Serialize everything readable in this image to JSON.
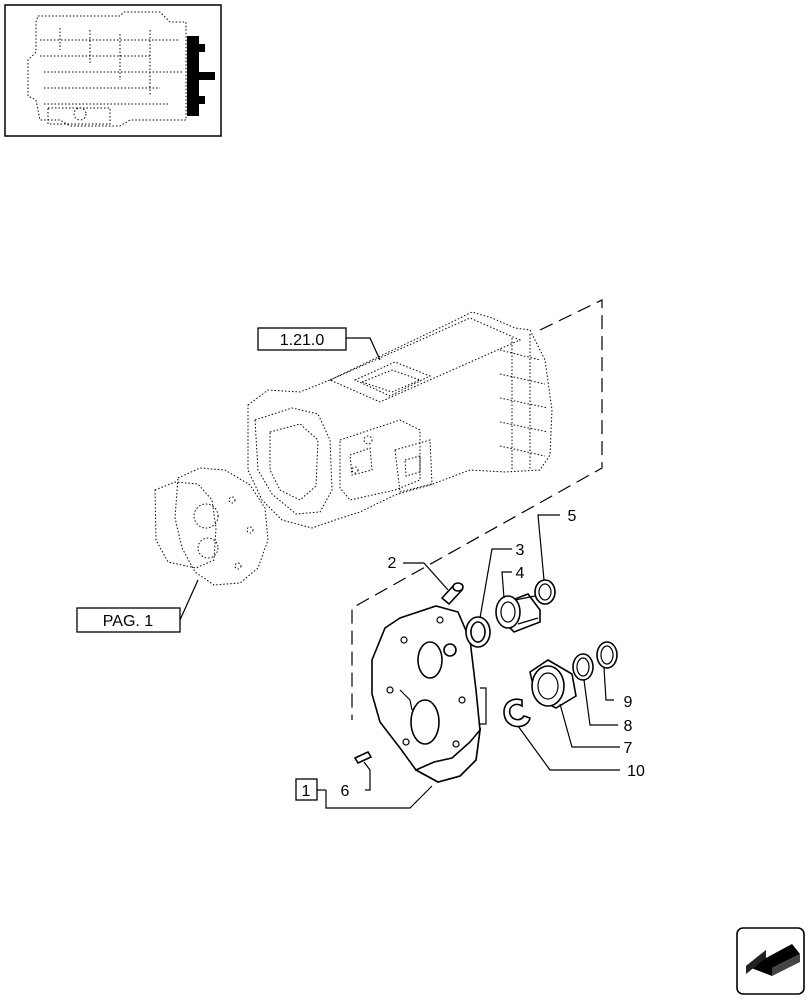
{
  "references": {
    "group_ref": "1.21.0",
    "page_ref": "PAG. 1",
    "kit_box": "1"
  },
  "callouts": {
    "c2": "2",
    "c3": "3",
    "c4": "4",
    "c5": "5",
    "c6": "6",
    "c7": "7",
    "c8": "8",
    "c9": "9",
    "c10": "10"
  },
  "icons": {
    "thumbnail": "transmission-overview-thumbnail",
    "nav": "previous-page-arrow-icon"
  }
}
